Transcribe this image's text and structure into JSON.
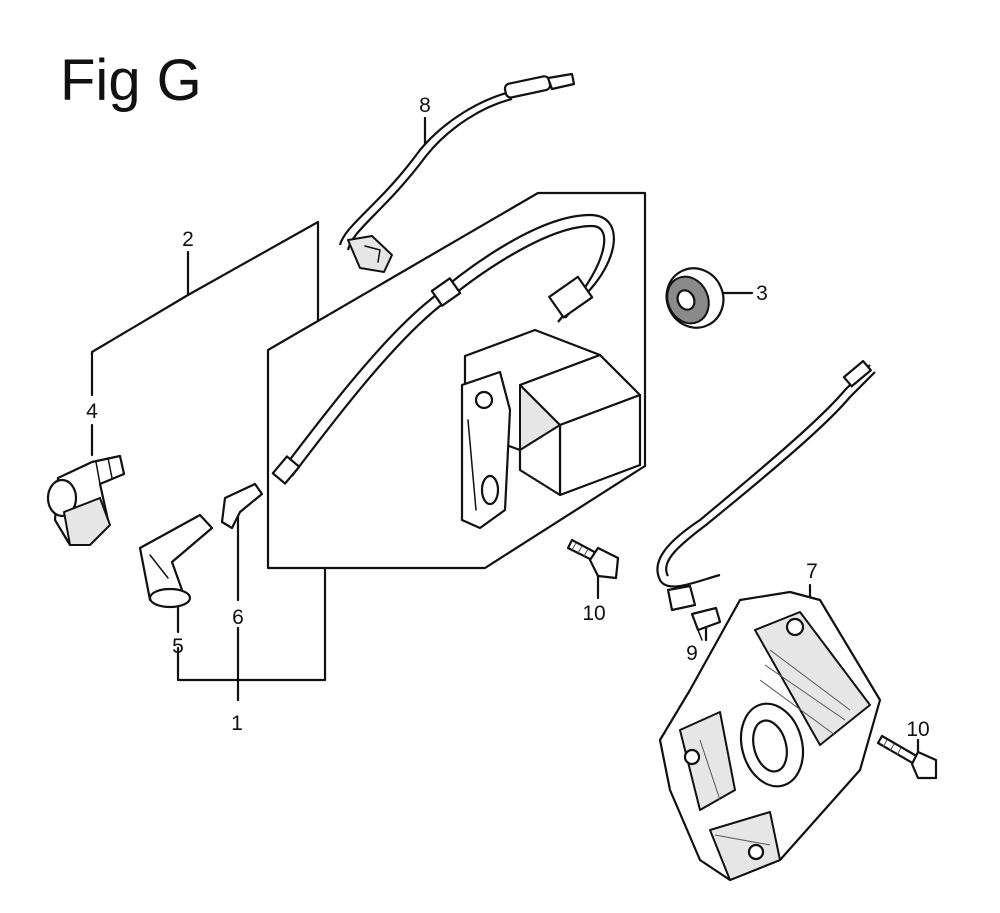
{
  "figure": {
    "title": "Fig G"
  },
  "callouts": [
    {
      "id": "c1",
      "label": "1"
    },
    {
      "id": "c2",
      "label": "2"
    },
    {
      "id": "c3",
      "label": "3"
    },
    {
      "id": "c4",
      "label": "4"
    },
    {
      "id": "c5",
      "label": "5"
    },
    {
      "id": "c6",
      "label": "6"
    },
    {
      "id": "c7",
      "label": "7"
    },
    {
      "id": "c8",
      "label": "8"
    },
    {
      "id": "c9",
      "label": "9"
    },
    {
      "id": "c10a",
      "label": "10"
    },
    {
      "id": "c10b",
      "label": "10"
    }
  ]
}
